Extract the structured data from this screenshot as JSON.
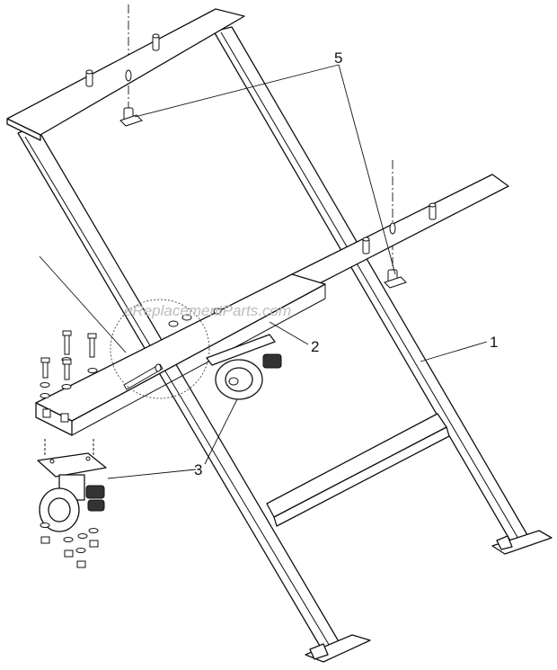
{
  "callouts": [
    {
      "id": "1",
      "label": "1"
    },
    {
      "id": "2",
      "label": "2"
    },
    {
      "id": "3",
      "label": "3"
    },
    {
      "id": "5",
      "label": "5"
    }
  ],
  "watermark": "eReplacementParts.com"
}
